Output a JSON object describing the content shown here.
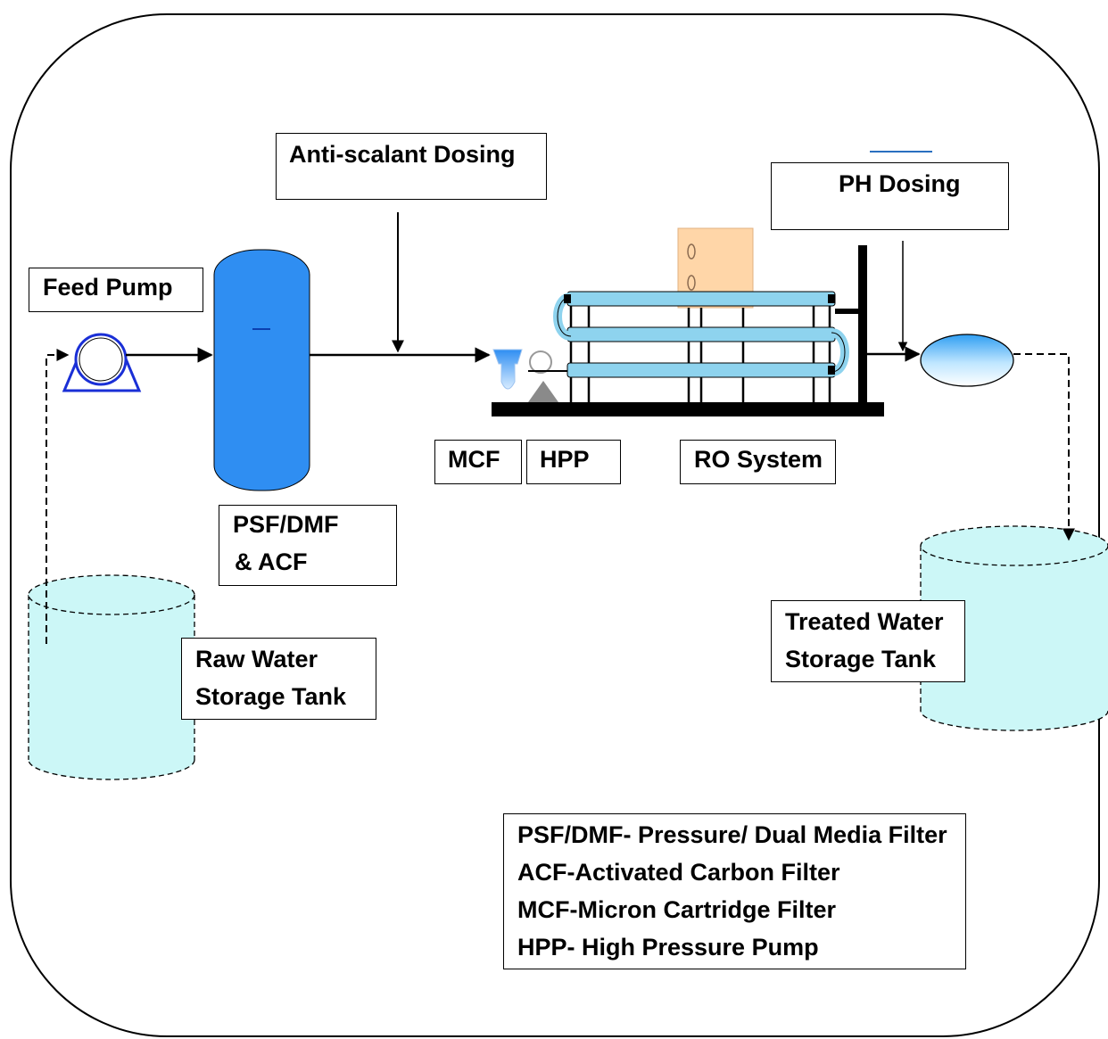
{
  "labels": {
    "anti_scalant": "Anti-scalant Dosing",
    "ph_dosing": "PH Dosing",
    "feed_pump": "Feed Pump",
    "mcf": "MCF",
    "hpp": "HPP",
    "ro_system": "RO System",
    "psf_line1": "PSF/DMF",
    "psf_line2": "& ACF",
    "raw_line1": "Raw Water",
    "raw_line2": "Storage Tank",
    "treated_line1": "Treated Water",
    "treated_line2": "Storage Tank"
  },
  "legend": [
    "PSF/DMF- Pressure/ Dual Media Filter",
    "ACF-Activated Carbon Filter",
    "MCF-Micron Cartridge Filter",
    "HPP- High Pressure Pump"
  ],
  "colors": {
    "filter_vessel": "#2f8ef2",
    "tank_fill": "#ccf7f7",
    "membrane": "#8ed3ee",
    "cleaning_tank": "#ffd6a8",
    "pump_outline": "#1a2fd6",
    "line": "#000000"
  }
}
